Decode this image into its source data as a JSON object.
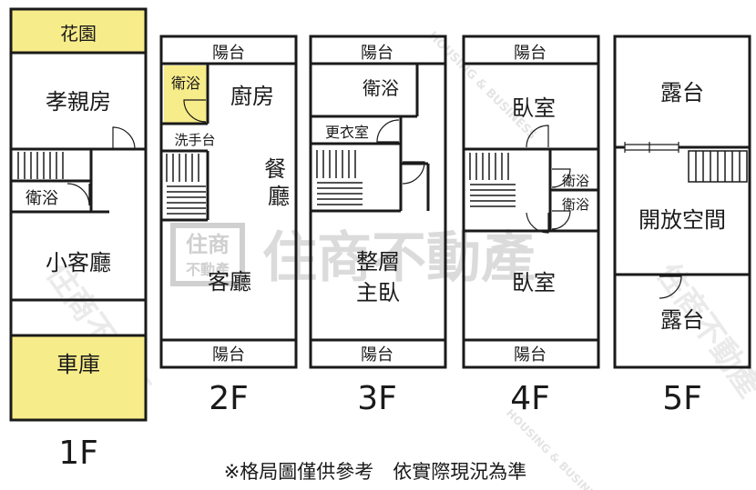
{
  "floors": {
    "f1": {
      "label": "1F",
      "garden": "花園",
      "parents_room": "孝親房",
      "bathroom": "衛浴",
      "small_living": "小客廳",
      "garage": "車庫"
    },
    "f2": {
      "label": "2F",
      "balcony_top": "陽台",
      "bathroom": "衛浴",
      "kitchen": "廚房",
      "wash_basin": "洗手台",
      "dining": "餐廳",
      "living": "客廳",
      "balcony_bottom": "陽台"
    },
    "f3": {
      "label": "3F",
      "balcony_top": "陽台",
      "bathroom": "衛浴",
      "dressing_room": "更衣室",
      "master_line1": "整層",
      "master_line2": "主臥",
      "balcony_bottom": "陽台"
    },
    "f4": {
      "label": "4F",
      "balcony_top": "陽台",
      "bedroom_top": "臥室",
      "bathroom_1": "衛浴",
      "bathroom_2": "衛浴",
      "bedroom_bottom": "臥室",
      "balcony_bottom": "陽台"
    },
    "f5": {
      "label": "5F",
      "terrace_top": "露台",
      "open_space": "開放空間",
      "terrace_bottom": "露台"
    }
  },
  "note": "※格局圖僅供參考　依實際現況為準",
  "watermark": {
    "main": "住商不動產",
    "logo_top": "住商",
    "logo_bottom": "不動產",
    "english": "HOUSING & BUSINESS"
  },
  "colors": {
    "highlight": "#f7ec8a",
    "wall": "#1a1a1a",
    "watermark": "#d3d3d3"
  }
}
